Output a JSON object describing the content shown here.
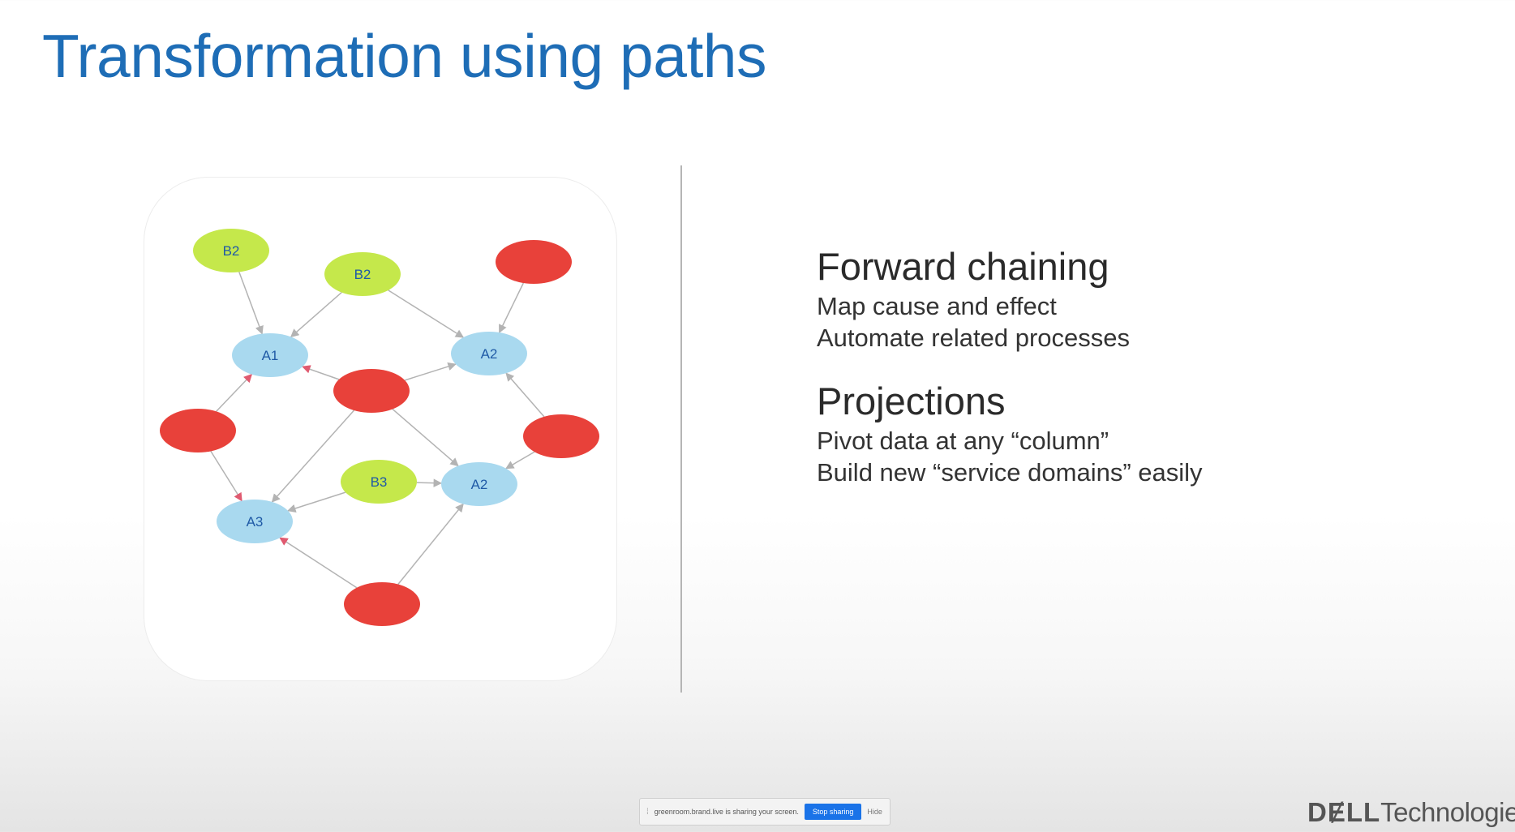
{
  "slide": {
    "title": "Transformation using paths"
  },
  "diagram": {
    "colors": {
      "red": "#e8413a",
      "green": "#c5e84b",
      "blue": "#a9d9ef",
      "label": "#1f5aa6",
      "edge": "#b3b3b3",
      "arrow_red": "#e05a70"
    },
    "nodes": [
      {
        "id": "b2a",
        "label": "B2",
        "kind": "green"
      },
      {
        "id": "b2b",
        "label": "B2",
        "kind": "green"
      },
      {
        "id": "c_top",
        "label": "",
        "kind": "red"
      },
      {
        "id": "a1",
        "label": "A1",
        "kind": "blue"
      },
      {
        "id": "a2_top",
        "label": "A2",
        "kind": "blue"
      },
      {
        "id": "c_mid",
        "label": "",
        "kind": "red"
      },
      {
        "id": "c_left",
        "label": "",
        "kind": "red"
      },
      {
        "id": "c_right",
        "label": "",
        "kind": "red"
      },
      {
        "id": "b3",
        "label": "B3",
        "kind": "green"
      },
      {
        "id": "a2_bot",
        "label": "A2",
        "kind": "blue"
      },
      {
        "id": "a3",
        "label": "A3",
        "kind": "blue"
      },
      {
        "id": "c_bot",
        "label": "",
        "kind": "red"
      }
    ]
  },
  "panel": {
    "sections": [
      {
        "heading": "Forward chaining",
        "bullets": [
          "Map cause and effect",
          "Automate related processes"
        ]
      },
      {
        "heading": "Projections",
        "bullets": [
          "Pivot data at any “column”",
          "Build new “service domains” easily"
        ]
      }
    ]
  },
  "share_bar": {
    "message": "greenroom.brand.live is sharing your screen.",
    "stop_label": "Stop sharing",
    "hide_label": "Hide"
  },
  "branding": {
    "dell": "DɆLL",
    "technologies": "Technologies"
  }
}
